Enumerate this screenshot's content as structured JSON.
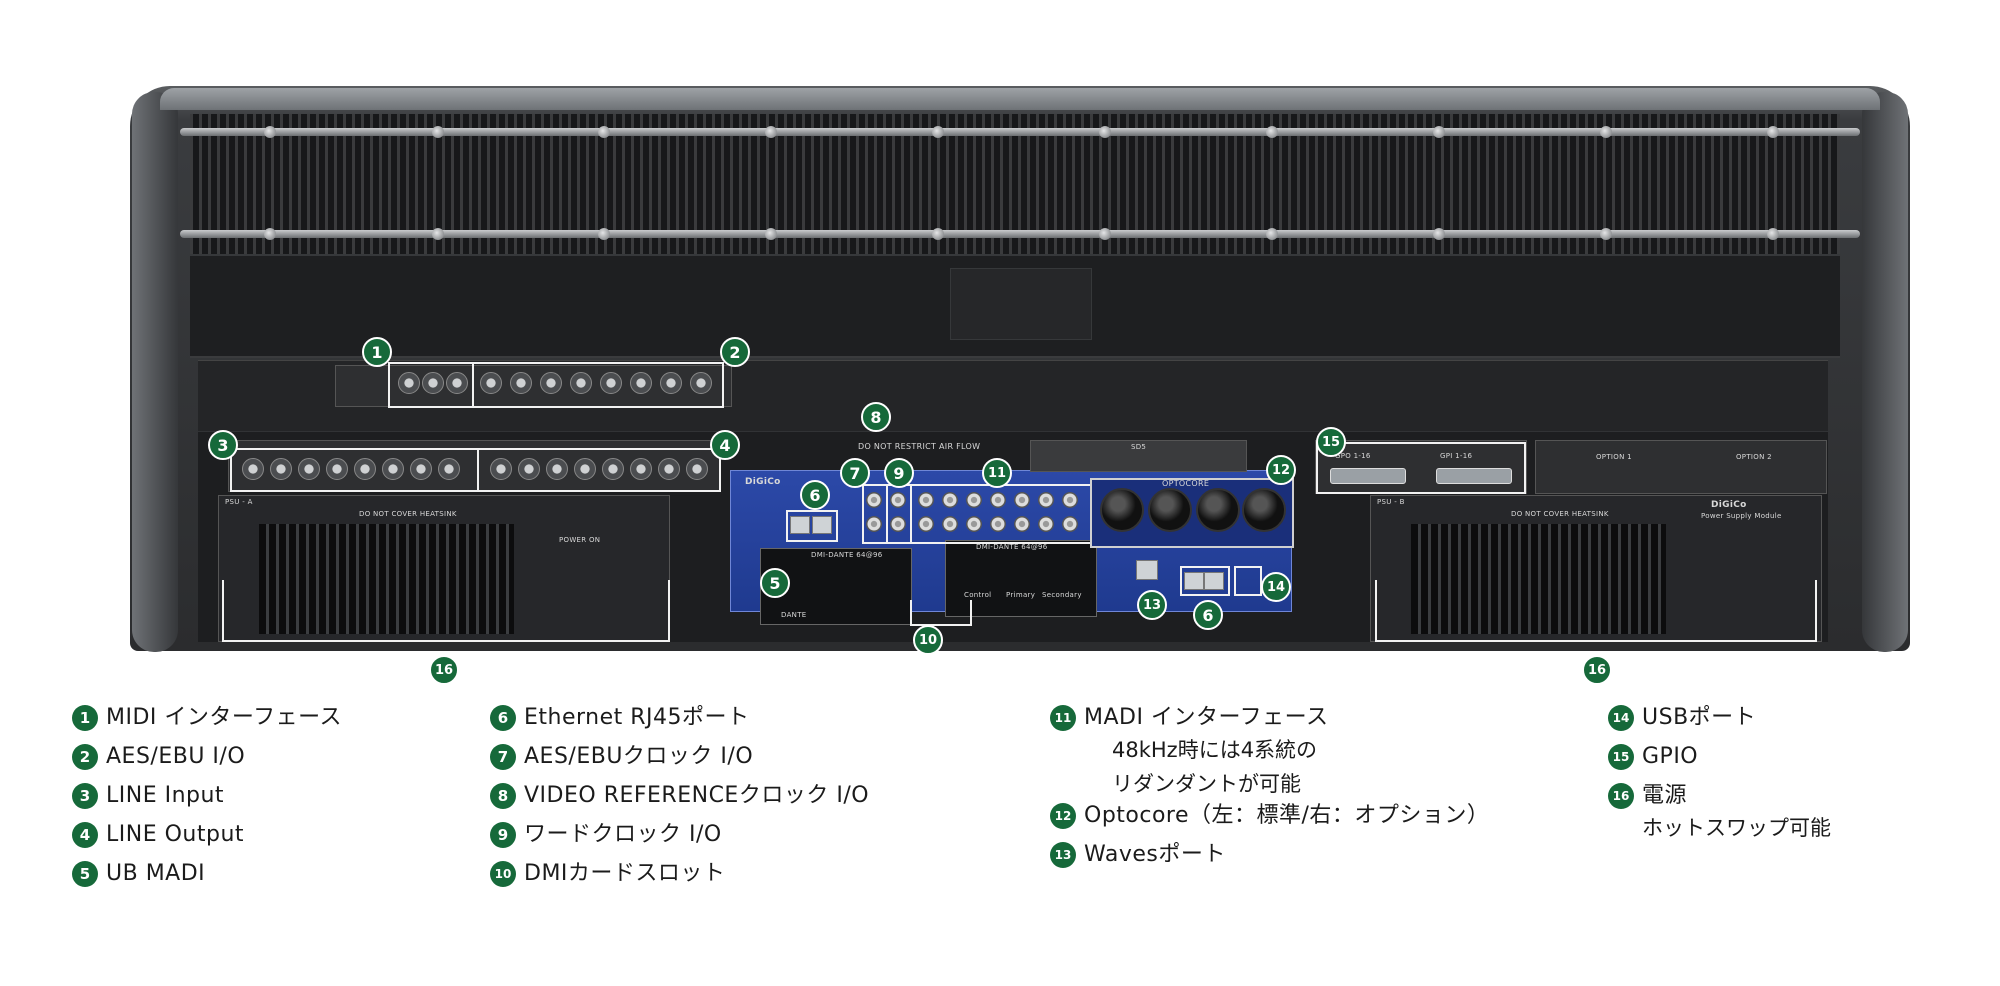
{
  "panel": {
    "do_not_restrict": "DO NOT RESTRICT AIR FLOW",
    "psu_a": "PSU - A",
    "psu_b": "PSU - B",
    "heatsink_warning": "DO NOT COVER HEATSINK",
    "brand": "DiGiCo",
    "power_module": "Power Supply Module",
    "optocore": "OPTOCORE",
    "dante": "DANTE",
    "dmi_dante": "DMI-DANTE 64@96",
    "primary": "Primary",
    "secondary": "Secondary",
    "control": "Control",
    "power_on": "POWER ON",
    "option1": "OPTION 1",
    "option2": "OPTION 2",
    "gpo": "GPO 1-16",
    "gpi": "GPI 1-16",
    "model": "SD5"
  },
  "markers": [
    "1",
    "2",
    "3",
    "4",
    "5",
    "6",
    "7",
    "8",
    "9",
    "10",
    "11",
    "12",
    "13",
    "6",
    "14",
    "15",
    "16",
    "16"
  ],
  "legend": [
    {
      "num": "1",
      "label": "MIDI インターフェース"
    },
    {
      "num": "2",
      "label": "AES/EBU I/O"
    },
    {
      "num": "3",
      "label": "LINE Input"
    },
    {
      "num": "4",
      "label": "LINE Output"
    },
    {
      "num": "5",
      "label": "UB MADI"
    },
    {
      "num": "6",
      "label": "Ethernet RJ45ポート"
    },
    {
      "num": "7",
      "label": "AES/EBUクロック I/O"
    },
    {
      "num": "8",
      "label": "VIDEO REFERENCEクロック I/O"
    },
    {
      "num": "9",
      "label": "ワードクロック I/O"
    },
    {
      "num": "10",
      "label": "DMIカードスロット"
    },
    {
      "num": "11",
      "label": "MADI インターフェース",
      "sub1": "48kHz時には4系統の",
      "sub2": "リダンダントが可能"
    },
    {
      "num": "12",
      "label": "Optocore（左：標準/右：オプション）"
    },
    {
      "num": "13",
      "label": "Wavesポート"
    },
    {
      "num": "14",
      "label": "USBポート"
    },
    {
      "num": "15",
      "label": "GPIO"
    },
    {
      "num": "16",
      "label": "電源",
      "sub1": "ホットスワップ可能"
    }
  ],
  "colors": {
    "accent": "#16693a",
    "rack_blue": "#2c49a8"
  }
}
